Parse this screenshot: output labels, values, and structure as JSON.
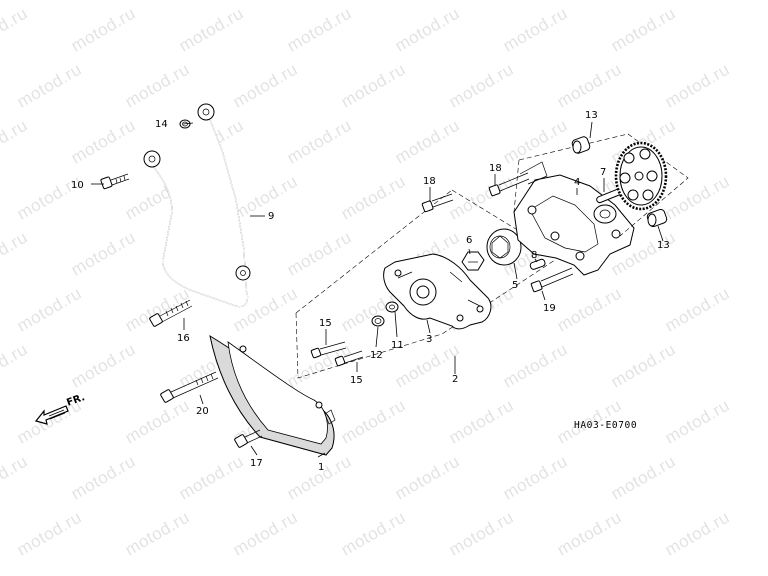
{
  "watermark": "motod.ru",
  "drawing_code": "HA03-E0700",
  "direction_label": "FR.",
  "parts": {
    "p1": "1",
    "p2": "2",
    "p3": "3",
    "p4": "4",
    "p5": "5",
    "p6": "6",
    "p7": "7",
    "p8": "8",
    "p9": "9",
    "p10": "10",
    "p11": "11",
    "p12": "12",
    "p13a": "13",
    "p13b": "13",
    "p14": "14",
    "p15a": "15",
    "p15b": "15",
    "p16": "16",
    "p17": "17",
    "p18a": "18",
    "p18b": "18",
    "p19": "19",
    "p20": "20"
  }
}
